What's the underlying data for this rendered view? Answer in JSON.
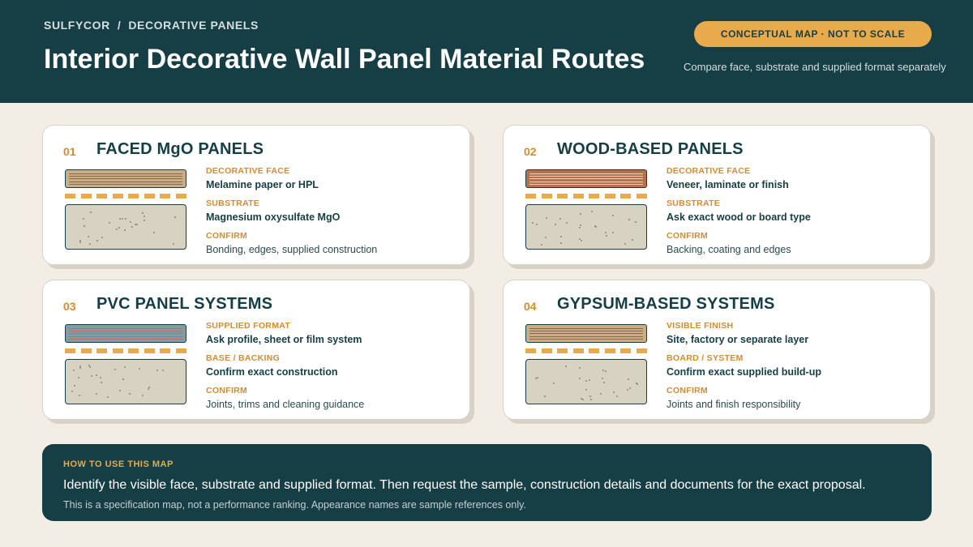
{
  "header": {
    "brand": "SULFYCOR",
    "separator": "/",
    "section": "DECORATIVE PANELS",
    "title": "Interior Decorative Wall Panel Material Routes",
    "badge": "CONCEPTUAL MAP · NOT TO SCALE",
    "note": "Compare face, substrate and supplied format separately"
  },
  "colors": {
    "header_bg": "#163e45",
    "accent": "#e9aa4b",
    "number": "#d98a2c",
    "substrate": "#d8d2c3"
  },
  "cards": [
    {
      "number": "01",
      "title": "FACED MgO PANELS",
      "face_color": "#c8ae86",
      "line_color": "#8a6a4a",
      "fields": [
        {
          "label": "DECORATIVE FACE",
          "value": "Melamine paper or HPL"
        },
        {
          "label": "SUBSTRATE",
          "value": "Magnesium oxysulfate MgO"
        },
        {
          "label": "CONFIRM",
          "value": "Bonding, edges, supplied construction"
        }
      ]
    },
    {
      "number": "02",
      "title": "WOOD-BASED PANELS",
      "face_color": "#b8714a",
      "line_color": "#f0d2b8",
      "fields": [
        {
          "label": "DECORATIVE FACE",
          "value": "Veneer, laminate or finish"
        },
        {
          "label": "SUBSTRATE",
          "value": "Ask exact wood or board type"
        },
        {
          "label": "CONFIRM",
          "value": "Backing, coating and edges"
        }
      ]
    },
    {
      "number": "03",
      "title": "PVC PANEL SYSTEMS",
      "face_color": "#7f9da3",
      "line_color": "#c56b5f",
      "fields": [
        {
          "label": "SUPPLIED FORMAT",
          "value": "Ask profile, sheet or film system"
        },
        {
          "label": "BASE / BACKING",
          "value": "Confirm exact construction"
        },
        {
          "label": "CONFIRM",
          "value": "Joints, trims and cleaning guidance"
        }
      ]
    },
    {
      "number": "04",
      "title": "GYPSUM-BASED SYSTEMS",
      "face_color": "#c8ae86",
      "line_color": "#8a6a4a",
      "fields": [
        {
          "label": "VISIBLE FINISH",
          "value": "Site, factory or separate layer"
        },
        {
          "label": "BOARD / SYSTEM",
          "value": "Confirm exact supplied build-up"
        },
        {
          "label": "CONFIRM",
          "value": "Joints and finish responsibility"
        }
      ]
    }
  ],
  "footer": {
    "label": "HOW TO USE THIS MAP",
    "main": "Identify the visible face, substrate and supplied format. Then request the sample, construction details and documents for the exact proposal.",
    "sub": "This is a specification map, not a performance ranking. Appearance names are sample references only."
  }
}
